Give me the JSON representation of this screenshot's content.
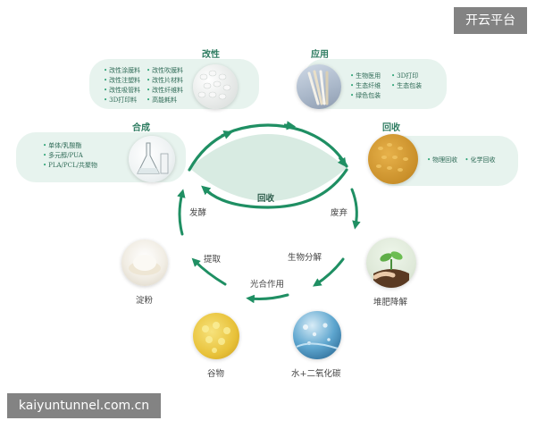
{
  "watermark_top": "开云平台",
  "watermark_bottom": "kaiyuntunnel.com.cn",
  "colors": {
    "accent": "#1f8f63",
    "pill_bg": "#e7f3ee",
    "lens": "#d8ebe2"
  },
  "sections": {
    "modify": {
      "title": "改性",
      "items": [
        "改性涂膜料",
        "改性吹膜料",
        "改性注塑料",
        "改性片材料",
        "改性吸管料",
        "改性纤维料",
        "3D打印料",
        "高能耗料"
      ]
    },
    "application": {
      "title": "应用",
      "items": [
        "生物医用",
        "3D打印",
        "生态纤维",
        "生态包装",
        "绿色包装"
      ]
    },
    "synthesis": {
      "title": "合成",
      "items": [
        "单体/乳酸酯",
        "多元醇/PUA",
        "PLA/PCL/共聚物"
      ]
    },
    "recycle": {
      "title": "回收",
      "items": [
        "物理回收",
        "化学回收"
      ]
    }
  },
  "center_label": "回收",
  "cycle_labels": {
    "waste": "废弃",
    "biodegrade": "生物分解",
    "photosynthesis": "光合作用",
    "extract": "提取",
    "ferment": "发酵"
  },
  "nodes": {
    "compost": "堆肥降解",
    "water_co2": "水+二氧化碳",
    "grain": "谷物",
    "starch": "淀粉"
  }
}
